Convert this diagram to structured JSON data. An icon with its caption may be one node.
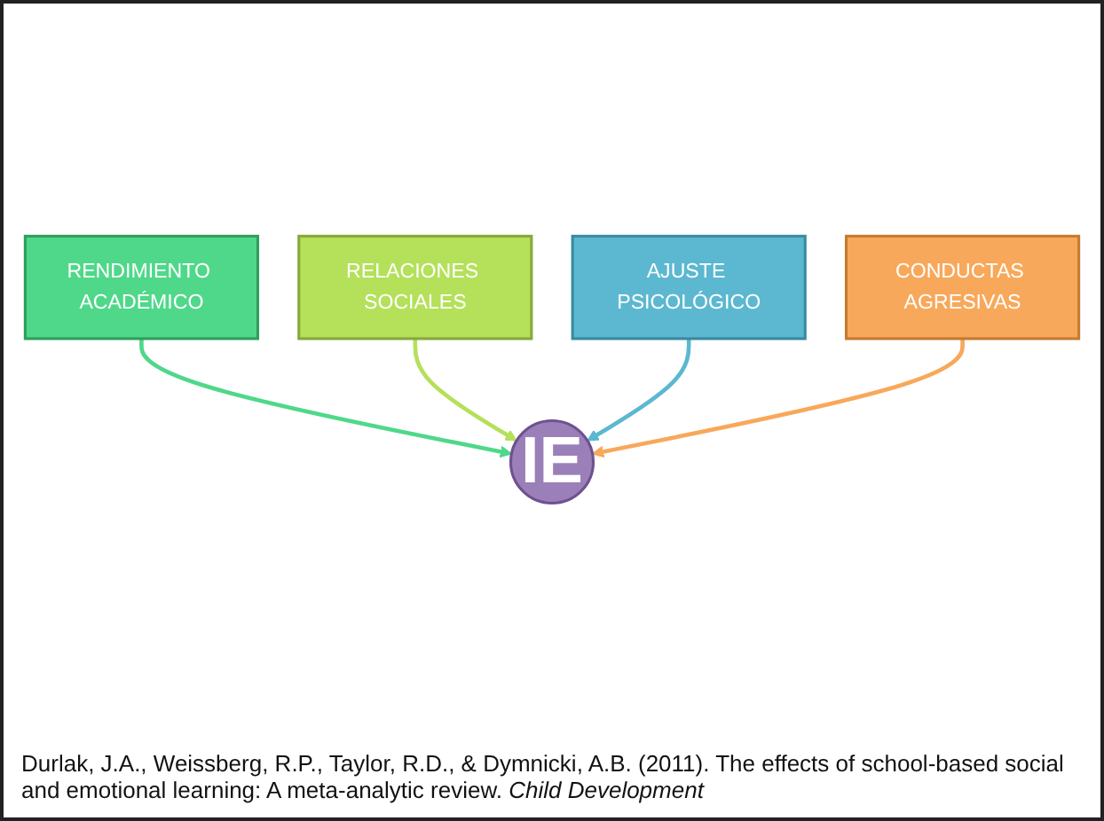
{
  "diagram": {
    "caption": "Durlak, J.A., Weissberg, R.P., Taylor, R.D., & Dymnicki, A.B. (2011). The effects of school-based social and emotional learning: A meta-analytic review. *Child Development*",
    "nodes": [
      {
        "text": [
          "RENDIMIENTO ACADÉMICO"
        ]
      },
      {
        "text": [
          "RELACIONES SOCIALES"
        ]
      },
      {
        "text": [
          "AJUSTE PSICOLÓGICO"
        ]
      },
      {
        "text": [
          "CONDUCTAS AGRESIVAS"
        ]
      },
      {
        "text": [
          "IE"
        ]
      }
    ],
    "edges": [
      {
        "from": 0,
        "to": 4,
        "arrow": "to",
        "color": "#4fd889"
      },
      {
        "from": 1,
        "to": 4,
        "arrow": "to",
        "color": "#b5e05a"
      },
      {
        "from": 2,
        "to": 4,
        "arrow": "to",
        "color": "#5bb8d0"
      },
      {
        "from": 3,
        "to": 4,
        "arrow": "to",
        "color": "#f8a85a"
      }
    ]
  }
}
